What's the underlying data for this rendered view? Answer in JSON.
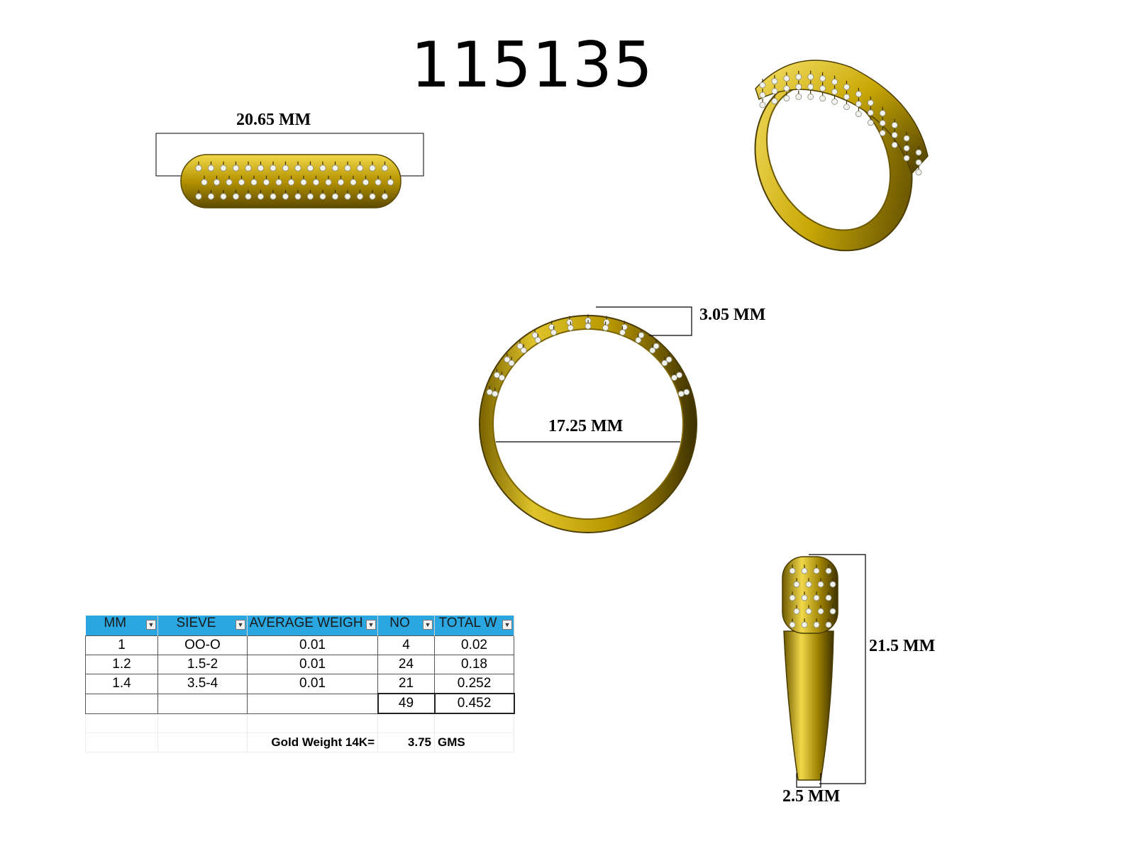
{
  "title": "115135",
  "dimensions": {
    "width_top": "20.65 MM",
    "head_height": "3.05 MM",
    "inner_diameter": "17.25 MM",
    "side_height": "21.5 MM",
    "shank_width": "2.5 MM"
  },
  "table": {
    "columns": [
      "MM",
      "SIEVE",
      "AVERAGE WEIGH",
      "NO",
      "TOTAL W"
    ],
    "rows": [
      [
        "1",
        "OO-O",
        "0.01",
        "4",
        "0.02"
      ],
      [
        "1.2",
        "1.5-2",
        "0.01",
        "24",
        "0.18"
      ],
      [
        "1.4",
        "3.5-4",
        "0.01",
        "21",
        "0.252"
      ]
    ],
    "totals": {
      "no": "49",
      "total_weight": "0.452"
    },
    "gold": {
      "label": "Gold Weight 14K=",
      "value": "3.75",
      "unit": "GMS"
    }
  },
  "colors": {
    "gold": "#c9a806",
    "gold_dark": "#6e5a00",
    "header": "#2aa6e0"
  }
}
